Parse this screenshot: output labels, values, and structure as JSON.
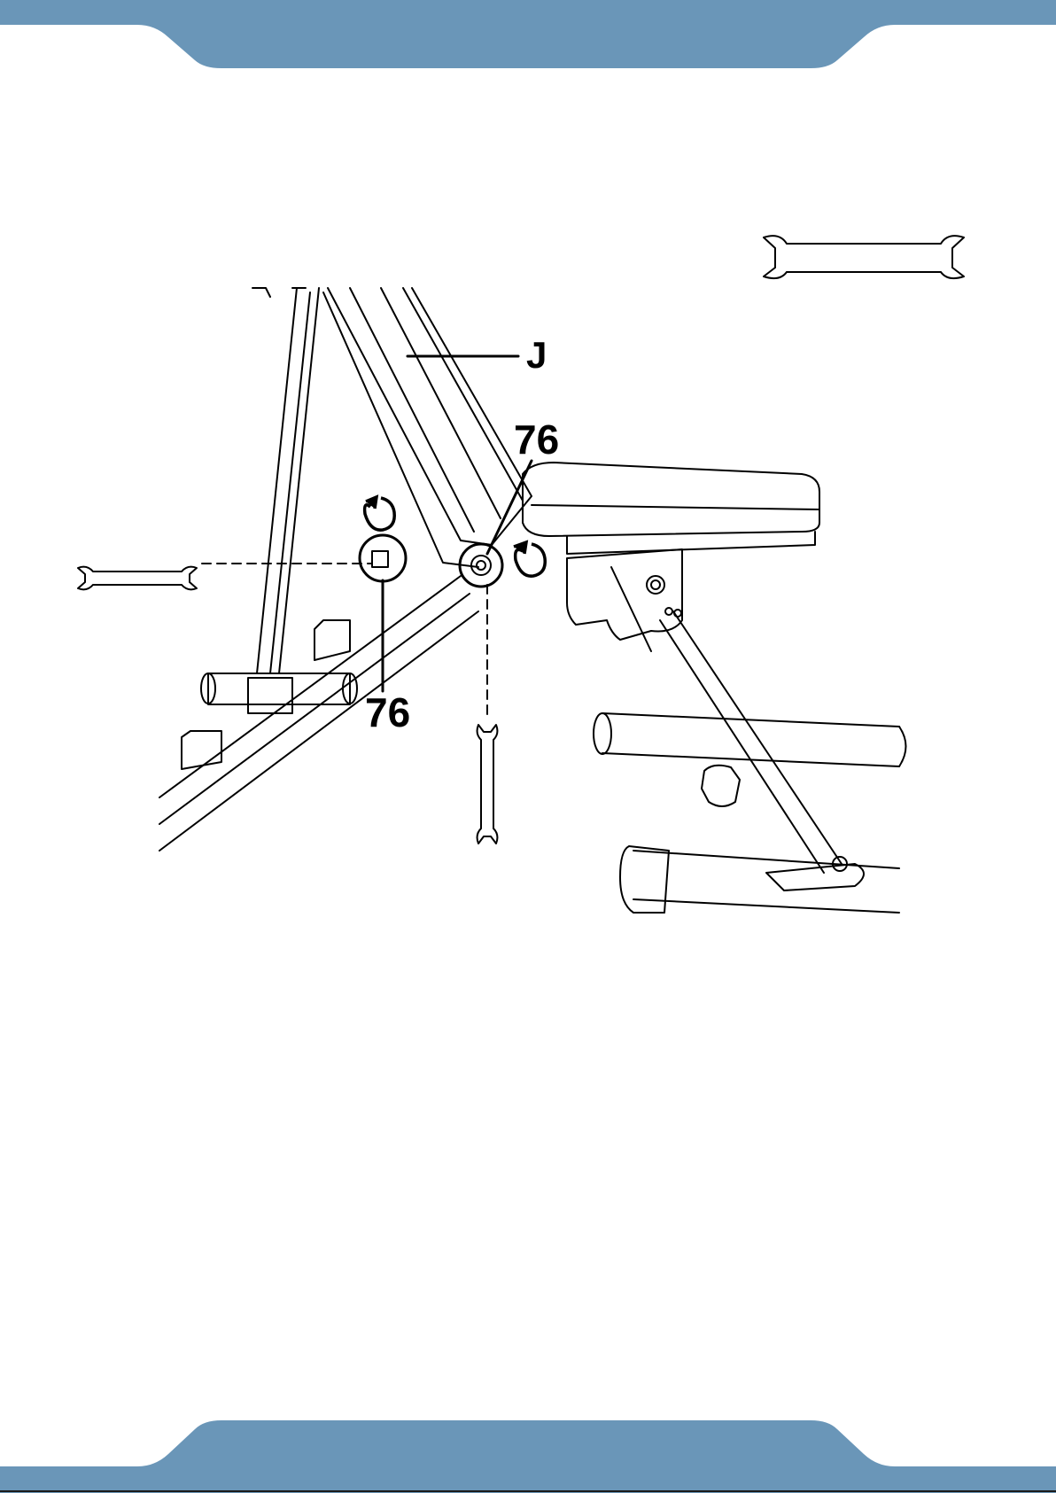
{
  "colors": {
    "header_band": "#6a96b8",
    "footer_band": "#6a96b8",
    "line": "#000000"
  },
  "diagram": {
    "part_label_J": "J",
    "callout_76_upper": "76",
    "callout_76_lower": "76"
  },
  "icons": [
    "wrench-icon",
    "rotate-clockwise-icon"
  ]
}
